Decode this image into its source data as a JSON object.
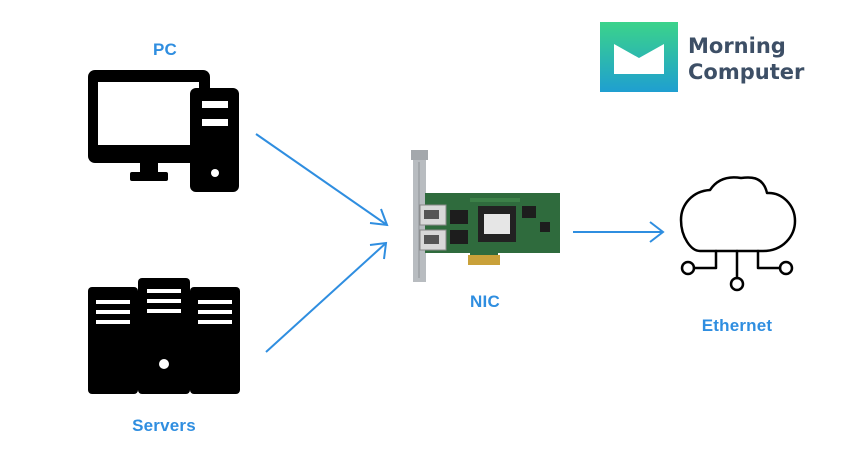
{
  "colors": {
    "accent": "#2f8ee0",
    "icon": "#000000",
    "brand_text": "#3d4f66",
    "brand_logo_top": "#3bd38a",
    "brand_logo_bottom": "#1f9fd0"
  },
  "nodes": {
    "pc": {
      "label": "PC",
      "icon": "desktop-computer-icon"
    },
    "servers": {
      "label": "Servers",
      "icon": "server-rack-icon"
    },
    "nic": {
      "label": "NIC",
      "icon": "network-interface-card-image"
    },
    "ethernet": {
      "label": "Ethernet",
      "icon": "cloud-network-icon"
    }
  },
  "brand": {
    "line1": "Morning",
    "line2": "Computer",
    "logo": "morning-computer-logo"
  }
}
